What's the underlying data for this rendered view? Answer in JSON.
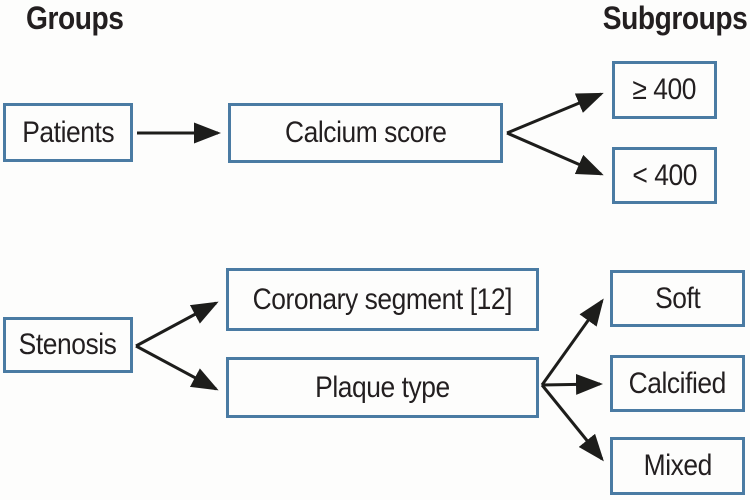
{
  "figure": {
    "headers": {
      "groups": "Groups",
      "subgroups": "Subgroups"
    },
    "nodes": {
      "patients": "Patients",
      "calcium_score": "Calcium score",
      "ge_400": "≥ 400",
      "lt_400": "< 400",
      "stenosis": "Stenosis",
      "coronary_segment": "Coronary segment [12]",
      "plaque_type": "Plaque type",
      "soft": "Soft",
      "calcified": "Calcified",
      "mixed": "Mixed"
    },
    "edges": [
      {
        "from": "patients",
        "to": "calcium_score"
      },
      {
        "from": "calcium_score",
        "to": "ge_400"
      },
      {
        "from": "calcium_score",
        "to": "lt_400"
      },
      {
        "from": "stenosis",
        "to": "coronary_segment"
      },
      {
        "from": "stenosis",
        "to": "plaque_type"
      },
      {
        "from": "plaque_type",
        "to": "soft"
      },
      {
        "from": "plaque_type",
        "to": "calcified"
      },
      {
        "from": "plaque_type",
        "to": "mixed"
      }
    ],
    "colors": {
      "box_border": "#4a7ba3",
      "arrow": "#1d1d1b",
      "text": "#231f20",
      "background": "#fdfdfc"
    }
  }
}
